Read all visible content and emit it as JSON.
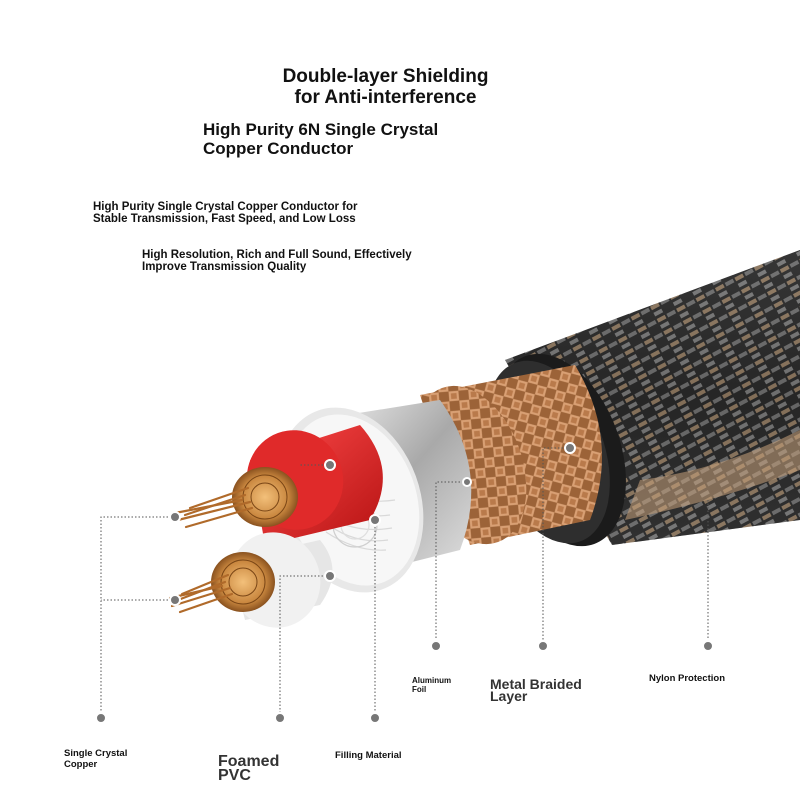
{
  "heading": {
    "line1": "Double-layer Shielding\nfor Anti-interference",
    "line2": "High Purity 6N Single Crystal\n Copper Conductor"
  },
  "features": {
    "f1": "High Purity Single Crystal Copper Conductor for\n Stable Transmission, Fast Speed, and Low Loss",
    "f2": "High Resolution, Rich and Full Sound, Effectively\n Improve Transmission Quality"
  },
  "labels": {
    "single_crystal_copper": "Single Crystal\n Copper",
    "foamed_pvc": "Foamed\n PVC",
    "filling_material": "Filling Material",
    "aluminum_foil": "Aluminum\n Foil",
    "metal_braided_layer": "Metal Braided\n Layer",
    "nylon_protection": "Nylon Protection"
  },
  "colors": {
    "copper": "#c9873f",
    "red_insulation": "#d81e1e",
    "foil": "#c9c9c9",
    "braid": "#c48a5a",
    "jacket": "#2a2a2a"
  }
}
